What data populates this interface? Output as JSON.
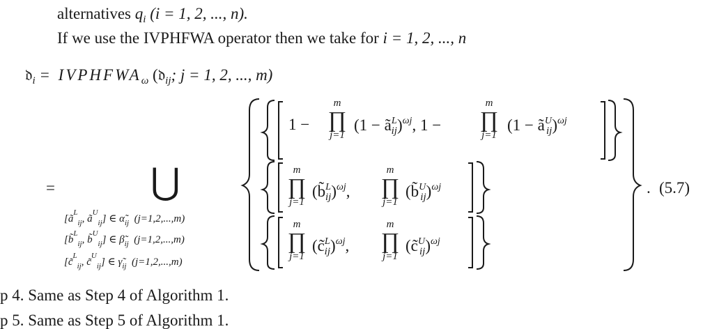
{
  "text": {
    "line1_prefix": "alternatives ",
    "line1_math": "q",
    "line1_sub": "i",
    "line1_range": "(i = 1, 2, ..., n).",
    "line2": "If we use the IVPHFWA operator then we take for ",
    "line2_math": "i = 1, 2, ..., n",
    "eq_lhs": "𝔡",
    "eq_lhs_sub": "i",
    "eq_rhs1": "= IVPHFWA",
    "eq_rhs1_sub": "ω",
    "eq_rhs1_args": "(𝔡",
    "eq_rhs1_args_sub": "ij",
    "eq_rhs1_args_rest": "; j = 1, 2, ..., m)",
    "equals": "=",
    "union_symbol": "⋃",
    "cond1": "[ã",
    "cond1_mid": ", ã",
    "cond1_rest": "] ∈ α̃",
    "cond1_tail": "(j=1,2,...,m)",
    "cond2": "[b̃",
    "cond2_mid": ", b̃",
    "cond2_rest": "] ∈ β̃",
    "cond2_tail": "(j=1,2,...,m)",
    "cond3": "[c̃",
    "cond3_mid": ", c̃",
    "cond3_rest": "] ∈ γ̃",
    "cond3_tail": "(j=1,2,...,m)",
    "row1_a": "1 −",
    "row1_b": "(1 − ã",
    "row1_c": ")",
    "row1_d": ", 1 −",
    "row1_e": "(1 − ã",
    "row1_f": ")",
    "row2_a": "(b̃",
    "row2_b": ")",
    "row2_c": ",",
    "row2_d": "(b̃",
    "row2_e": ")",
    "row3_a": "(c̃",
    "row3_b": ")",
    "row3_c": ",",
    "row3_d": "(c̃",
    "row3_e": ")",
    "prod_top": "m",
    "prod_sym": "∏",
    "prod_bot": "j=1",
    "sup_L": "L",
    "sup_U": "U",
    "sub_ij": "ij",
    "sup_wj": "ωj",
    "eq_end": ".",
    "eq_number": "(5.7)",
    "step4": "p 4.  Same as Step 4 of Algorithm 1.",
    "step5": "p 5.  Same as Step 5 of Algorithm 1."
  }
}
